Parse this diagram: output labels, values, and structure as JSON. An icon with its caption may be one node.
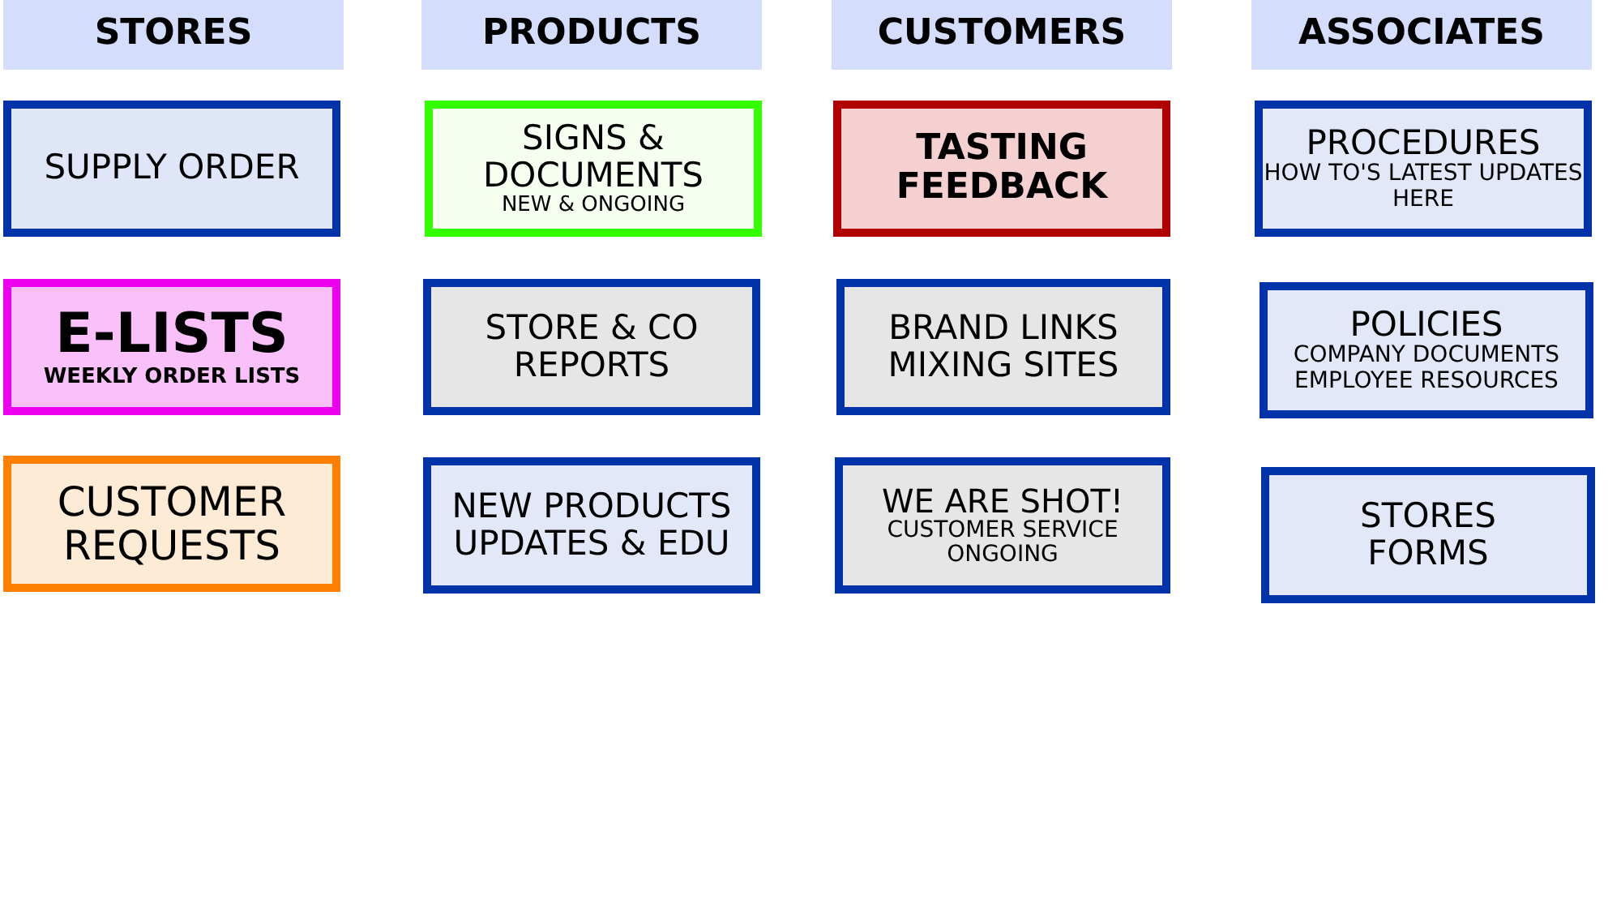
{
  "diagram": {
    "nodes": [
      {
        "text": [
          "STORES"
        ]
      },
      {
        "text": [
          "PRODUCTS"
        ]
      },
      {
        "text": [
          "CUSTOMERS"
        ]
      },
      {
        "text": [
          "ASSOCIATES"
        ]
      },
      {
        "text": [
          "SUPPLY ORDER"
        ]
      },
      {
        "text": [
          "SIGNS & DOCUMENTS",
          "NEW & ONGOING"
        ]
      },
      {
        "text": [
          "TASTING FEEDBACK"
        ]
      },
      {
        "text": [
          "PROCEDURES",
          "HOW TO'S LATEST UPDATES HERE"
        ]
      },
      {
        "text": [
          "E-LISTS",
          "WEEKLY ORDER LISTS"
        ]
      },
      {
        "text": [
          "STORE & CO REPORTS"
        ]
      },
      {
        "text": [
          "BRAND LINKS MIXING SITES"
        ]
      },
      {
        "text": [
          "POLICIES",
          "COMPANY DOCUMENTS EMPLOYEE RESOURCES"
        ]
      },
      {
        "text": [
          "CUSTOMER REQUESTS"
        ]
      },
      {
        "text": [
          "NEW PRODUCTS UPDATES & EDU"
        ]
      },
      {
        "text": [
          "WE ARE SHOT!",
          "CUSTOMER SERVICE ONGOING"
        ]
      },
      {
        "text": [
          "STORES FORMS"
        ]
      }
    ]
  }
}
